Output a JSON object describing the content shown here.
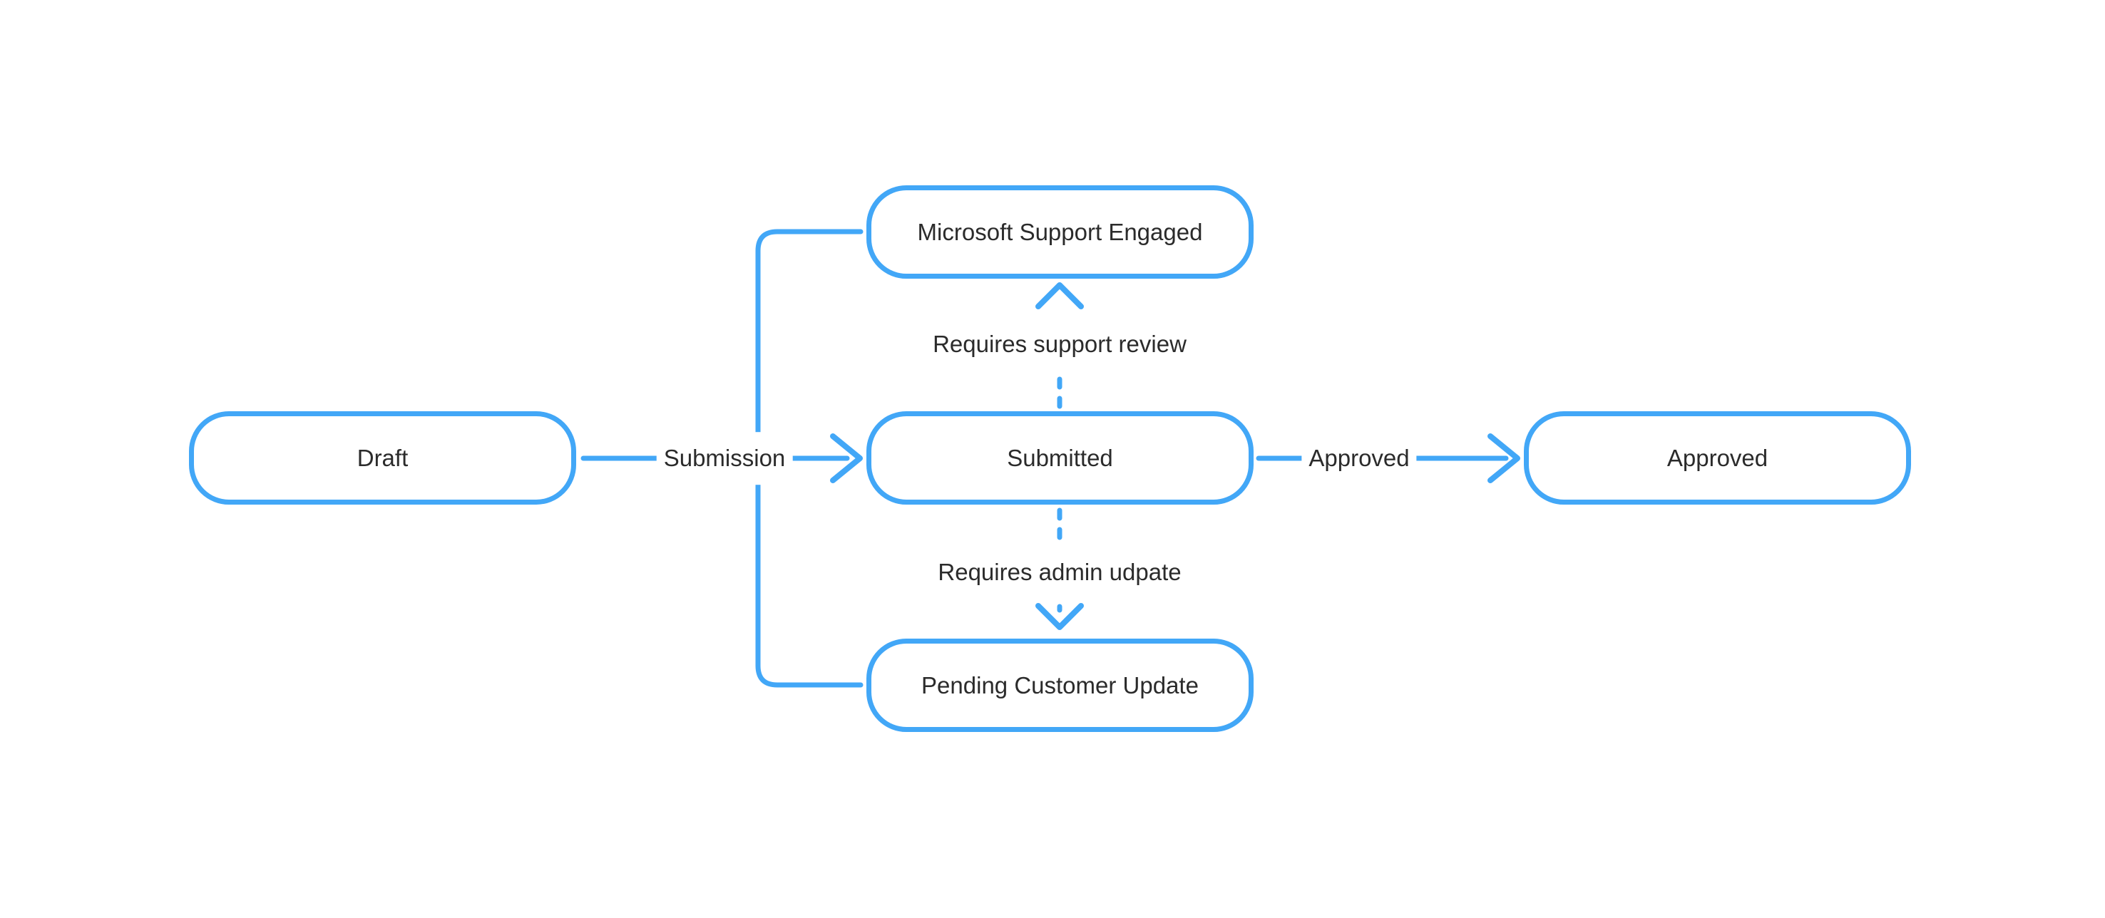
{
  "diagram": {
    "type": "flowchart",
    "background_color": "#ffffff",
    "accent_color": "#42a7f7",
    "text_color": "#2b2b2b",
    "nodes": [
      {
        "id": "draft",
        "label": "Draft"
      },
      {
        "id": "microsoft-support-engaged",
        "label": "Microsoft Support Engaged"
      },
      {
        "id": "submitted",
        "label": "Submitted"
      },
      {
        "id": "pending-customer-update",
        "label": "Pending Customer Update"
      },
      {
        "id": "approved",
        "label": "Approved"
      }
    ],
    "edges": [
      {
        "from": "draft",
        "to": "submitted",
        "label": "Submission",
        "style": "solid-arrow"
      },
      {
        "from": "submitted",
        "to": "microsoft-support-engaged",
        "label": "Requires support review",
        "style": "dashed-arrow"
      },
      {
        "from": "submitted",
        "to": "pending-customer-update",
        "label": "Requires admin udpate",
        "style": "dashed-arrow"
      },
      {
        "from": "submitted",
        "to": "approved",
        "label": "Approved",
        "style": "solid-arrow"
      },
      {
        "from": "microsoft-support-engaged",
        "to": "pending-customer-update",
        "label": "",
        "style": "solid-connector"
      }
    ]
  }
}
